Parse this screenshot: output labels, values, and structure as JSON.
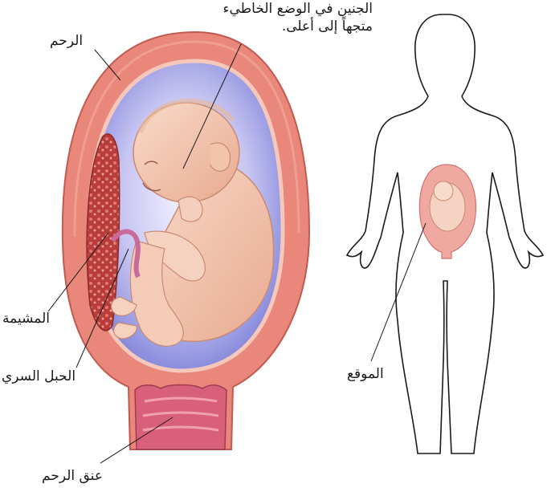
{
  "labels": {
    "fetus_line1": "الجنين في الوضع الخاطيء",
    "fetus_line2": "متجهاً إلى أعلى.",
    "uterus": "الرحم",
    "placenta": "المشيمة",
    "umbilical_cord": "الحبل السري",
    "cervix": "عنق الرحم",
    "location": "الموقع"
  },
  "colors": {
    "uterus_wall": "#e8877a",
    "uterus_inner": "#f2b0a0",
    "amniotic": "#7c80d8",
    "placenta": "#c84a4a",
    "fetus_skin": "#f3c9b4",
    "outline": "#1a1a1a"
  }
}
